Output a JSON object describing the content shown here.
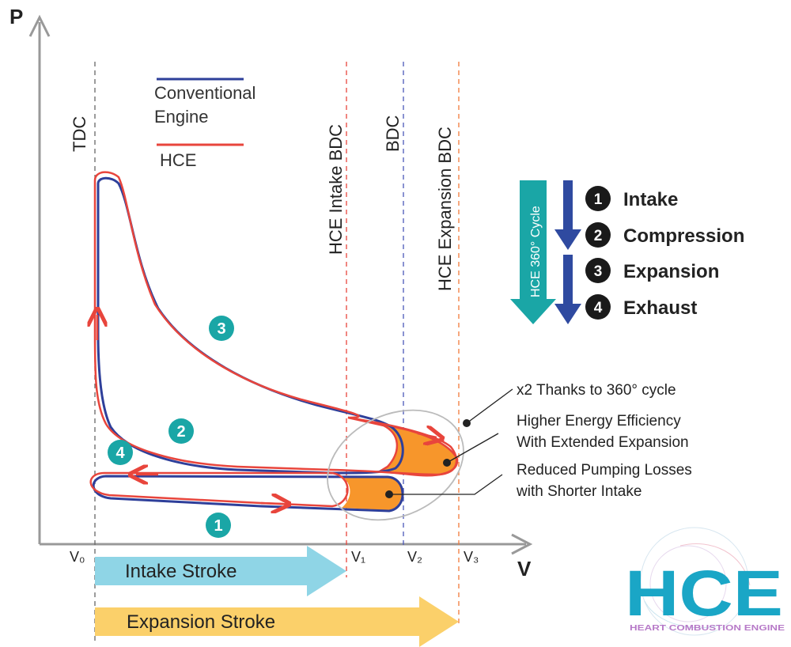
{
  "axes": {
    "y_label": "P",
    "x_label": "V"
  },
  "volume_ticks": [
    "V₀",
    "V₁",
    "V₂",
    "V₃"
  ],
  "vertical_markers": {
    "tdc": "TDC",
    "hce_intake_bdc": "HCE Intake BDC",
    "bdc": "BDC",
    "hce_expansion_bdc": "HCE Expansion BDC"
  },
  "legend": {
    "conventional_line1": "Conventional",
    "conventional_line2": "Engine",
    "hce": "HCE"
  },
  "stage_numbers": [
    "1",
    "2",
    "3",
    "4"
  ],
  "cycle": {
    "label": "HCE 360° Cycle",
    "steps": [
      {
        "num": "1",
        "label": "Intake"
      },
      {
        "num": "2",
        "label": "Compression"
      },
      {
        "num": "3",
        "label": "Expansion"
      },
      {
        "num": "4",
        "label": "Exhaust"
      }
    ]
  },
  "annotations": {
    "x2": "x2 Thanks to 360° cycle",
    "efficiency_line1": "Higher Energy Efficiency",
    "efficiency_line2": "With Extended Expansion",
    "pumping_line1": "Reduced Pumping Losses",
    "pumping_line2": "with Shorter Intake"
  },
  "strokes": {
    "intake": "Intake Stroke",
    "expansion": "Expansion Stroke"
  },
  "logo": {
    "text": "HCE",
    "subtitle": "HEART COMBUSTION ENGINE"
  },
  "colors": {
    "conventional": "#2e3f9a",
    "hce": "#e8453c",
    "teal": "#1aa6a6",
    "orange_fill": "#f7962b",
    "intake_arrow": "#8fd5e6",
    "expansion_arrow": "#fbd06a",
    "step_arrow": "#2f4aa0"
  }
}
